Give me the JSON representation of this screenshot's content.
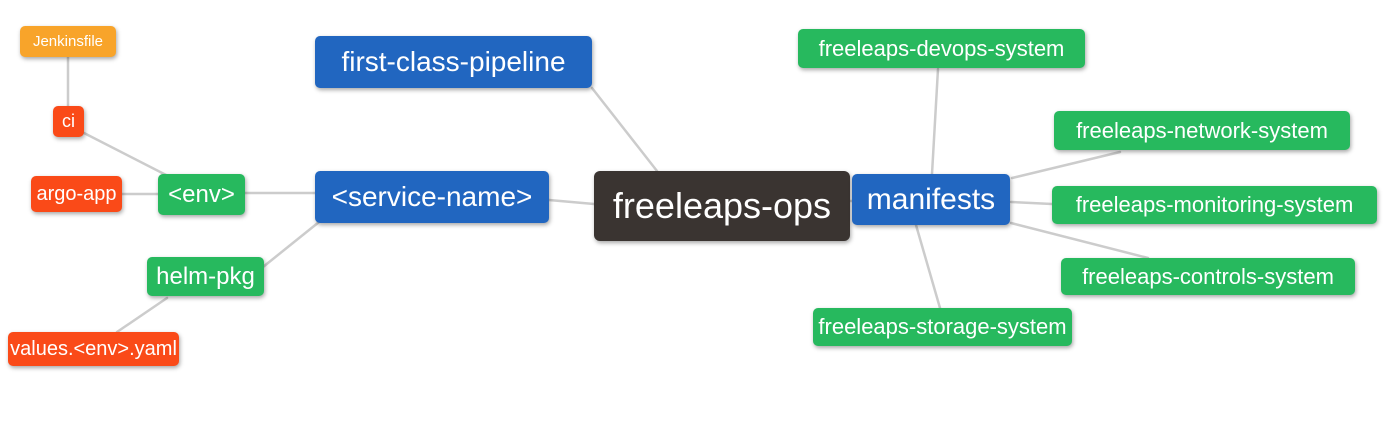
{
  "palette": {
    "canvas_bg": "#ffffff",
    "text": "#ffffff",
    "edge": "#cccccc",
    "root_bg": "#3a3431",
    "level1_bg": "#2166c0",
    "level2_bg": "#27b95e",
    "level3_bg": "#fa4a18",
    "level4_bg": "#f8a42a"
  },
  "nodes": {
    "root": {
      "label": "freeleaps-ops",
      "level": 0
    },
    "first_class_pipeline": {
      "label": "first-class-pipeline",
      "level": 1
    },
    "service_name": {
      "label": "<service-name>",
      "level": 1
    },
    "manifests": {
      "label": "manifests",
      "level": 1
    },
    "env": {
      "label": "<env>",
      "level": 2
    },
    "helm_pkg": {
      "label": "helm-pkg",
      "level": 2
    },
    "devops_system": {
      "label": "freeleaps-devops-system",
      "level": 2
    },
    "network_system": {
      "label": "freeleaps-network-system",
      "level": 2
    },
    "monitoring_system": {
      "label": "freeleaps-monitoring-system",
      "level": 2
    },
    "controls_system": {
      "label": "freeleaps-controls-system",
      "level": 2
    },
    "storage_system": {
      "label": "freeleaps-storage-system",
      "level": 2
    },
    "ci": {
      "label": "ci",
      "level": 3
    },
    "argo_app": {
      "label": "argo-app",
      "level": 3
    },
    "values_env_yaml": {
      "label": "values.<env>.yaml",
      "level": 3
    },
    "jenkinsfile": {
      "label": "Jenkinsfile",
      "level": 4
    }
  },
  "edges": [
    {
      "from": "jenkinsfile",
      "to": "ci"
    },
    {
      "from": "ci",
      "to": "env"
    },
    {
      "from": "argo_app",
      "to": "env"
    },
    {
      "from": "env",
      "to": "service_name"
    },
    {
      "from": "helm_pkg",
      "to": "service_name"
    },
    {
      "from": "values_env_yaml",
      "to": "helm_pkg"
    },
    {
      "from": "first_class_pipeline",
      "to": "root"
    },
    {
      "from": "service_name",
      "to": "root"
    },
    {
      "from": "root",
      "to": "manifests"
    },
    {
      "from": "manifests",
      "to": "devops_system"
    },
    {
      "from": "manifests",
      "to": "network_system"
    },
    {
      "from": "manifests",
      "to": "monitoring_system"
    },
    {
      "from": "manifests",
      "to": "controls_system"
    },
    {
      "from": "manifests",
      "to": "storage_system"
    }
  ]
}
